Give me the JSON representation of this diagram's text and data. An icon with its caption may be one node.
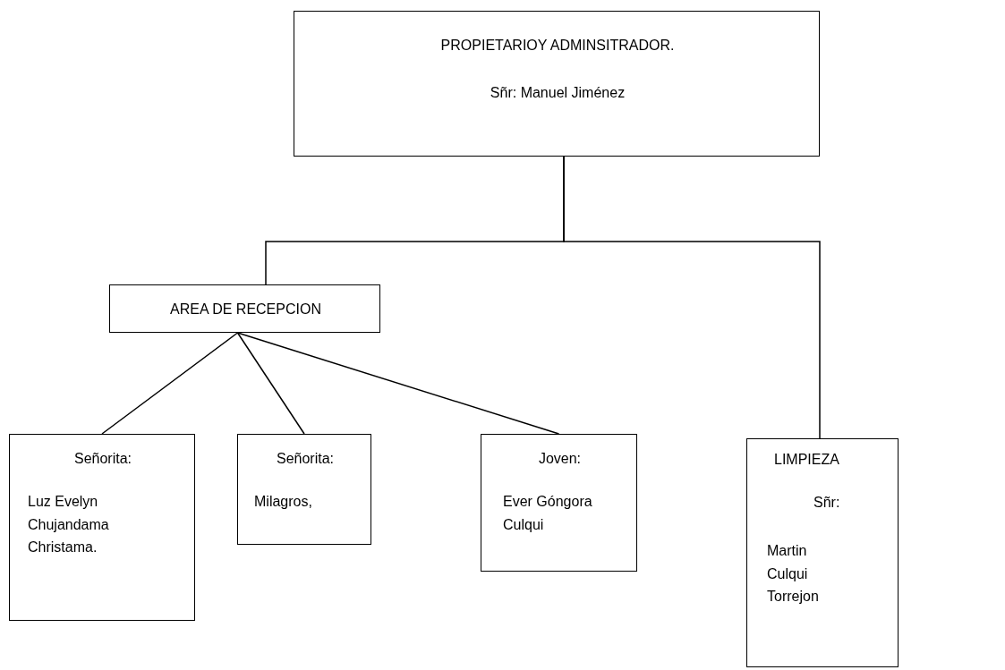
{
  "diagram": {
    "nodes": [
      {
        "text": [
          "PROPIETARIOY ADMINSITRADOR.",
          "Sñr: Manuel Jiménez"
        ]
      },
      {
        "text": [
          "AREA DE RECEPCION"
        ]
      },
      {
        "text": [
          "Señorita:",
          "Luz Evelyn Chujandama Christama."
        ]
      },
      {
        "text": [
          "Señorita:",
          "Milagros,"
        ]
      },
      {
        "text": [
          "Joven:",
          "Ever Góngora Culqui"
        ]
      },
      {
        "text": [
          "LIMPIEZA",
          "Sñr:",
          "Martin Culqui Torrejon"
        ]
      }
    ],
    "edges": [
      {
        "from": 0,
        "to": 1,
        "arrow": "none"
      },
      {
        "from": 0,
        "to": 5,
        "arrow": "none"
      },
      {
        "from": 1,
        "to": 2,
        "arrow": "none"
      },
      {
        "from": 1,
        "to": 3,
        "arrow": "none"
      },
      {
        "from": 1,
        "to": 4,
        "arrow": "none"
      }
    ]
  }
}
